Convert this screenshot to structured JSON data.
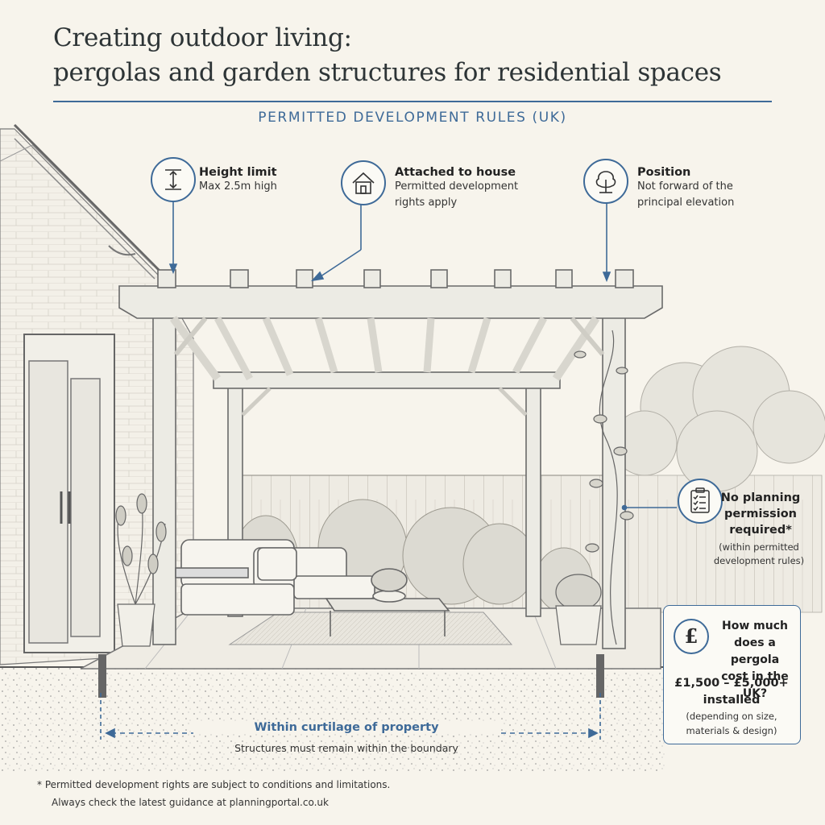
{
  "header": {
    "title_line1": "Creating outdoor living:",
    "title_line2": "pergolas and garden structures for residential spaces",
    "subtitle": "PERMITTED DEVELOPMENT RULES (UK)"
  },
  "callouts": {
    "height": {
      "title": "Height limit",
      "text": "Max 2.5m high",
      "icon": "height-arrows-icon"
    },
    "attached": {
      "title": "Attached to house",
      "text_line1": "Permitted development",
      "text_line2": "rights apply",
      "icon": "house-icon"
    },
    "position": {
      "title": "Position",
      "text_line1": "Not forward of the",
      "text_line2": "principal elevation",
      "icon": "tree-icon"
    }
  },
  "planning": {
    "title_line1": "No planning",
    "title_line2": "permission",
    "title_line3": "required*",
    "note_line1": "(within permitted",
    "note_line2": "development rules)",
    "icon": "clipboard-checklist-icon"
  },
  "cost": {
    "icon": "pound-sign-icon",
    "symbol": "£",
    "question_line1": "How much",
    "question_line2": "does a pergola",
    "question_line3": "cost in the UK?",
    "value_line1": "£1,500 – £5,000+",
    "value_line2": "installed",
    "note_line1": "(depending on size,",
    "note_line2": "materials & design)"
  },
  "curtilage": {
    "label": "Within curtilage of property",
    "sub": "Structures must remain within the boundary"
  },
  "footnote": {
    "line1": "* Permitted development rights are subject to conditions and limitations.",
    "line2": "Always check the latest guidance at planningportal.co.uk"
  },
  "colors": {
    "accent": "#3e6a98",
    "background": "#f7f4ec",
    "ink": "#2c2c2c"
  }
}
